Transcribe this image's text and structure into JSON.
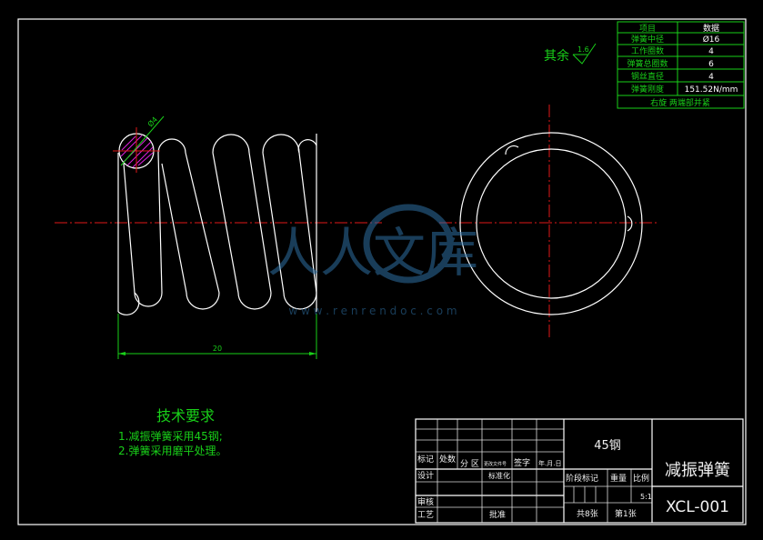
{
  "spec_table": {
    "header": [
      "项目",
      "数据"
    ],
    "rows": [
      [
        "弹簧中径",
        "Ø16"
      ],
      [
        "工作圈数",
        "4"
      ],
      [
        "弹簧总圈数",
        "6"
      ],
      [
        "钢丝直径",
        "4"
      ],
      [
        "弹簧刚度",
        "151.52N/mm"
      ]
    ],
    "footer": "右旋 两端部并紧"
  },
  "roughness": {
    "label": "其余",
    "value": "1.6"
  },
  "dimensions": {
    "wire_diameter": "Ø4",
    "length": "20"
  },
  "watermark": {
    "text": "人人文库",
    "url": "w w w . r e n r e n d o c . c o m"
  },
  "tech_requirements": {
    "title": "技术要求",
    "items": [
      "1.减振弹簧采用45钢;",
      "2.弹簧采用磨平处理。"
    ]
  },
  "title_block": {
    "material": "45钢",
    "part_name": "减振弹簧",
    "drawing_no": "XCL-001",
    "mark": "标记",
    "count": "处数",
    "zone": "分 区",
    "change_doc": "更改文件号",
    "sign": "签字",
    "date": "年.月.日",
    "design": "设计",
    "standardize": "标准化",
    "stage_mark": "阶段标记",
    "weight": "重量",
    "scale_label": "比例",
    "scale": "5:1",
    "review": "审核",
    "process": "工艺",
    "approve": "批准",
    "total_sheets": "共8张",
    "sheet_no": "第1张"
  }
}
